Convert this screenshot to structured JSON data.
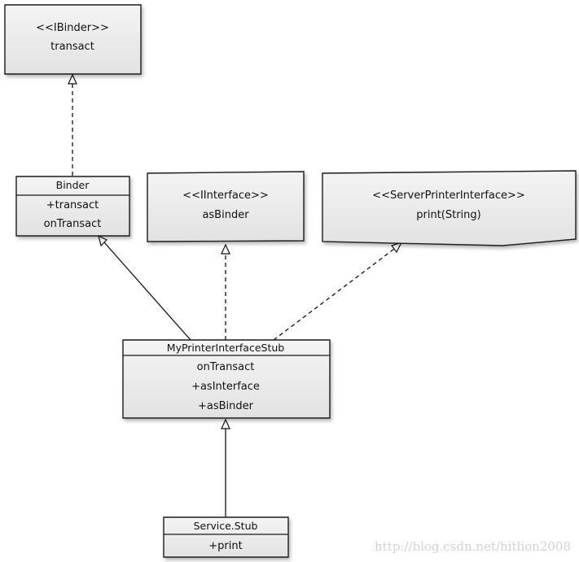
{
  "nodes": {
    "ibinder": {
      "lines": [
        "<<IBinder>>",
        "transact"
      ]
    },
    "binder": {
      "title": "Binder",
      "members": [
        "+transact",
        "onTransact"
      ]
    },
    "iinterface": {
      "lines": [
        "<<IInterface>>",
        "asBinder"
      ]
    },
    "serverprinterinterface": {
      "lines": [
        "<<ServerPrinterInterface>>",
        "print(String)"
      ]
    },
    "myprinterinterfacestub": {
      "title": "MyPrinterInterfaceStub",
      "members": [
        "onTransact",
        "+asInterface",
        "+asBinder"
      ]
    },
    "servicestub": {
      "title": "Service.Stub",
      "members": [
        "+print"
      ]
    }
  },
  "edges": [
    {
      "from": "binder",
      "to": "ibinder",
      "style": "dashed",
      "arrow": "hollow-triangle"
    },
    {
      "from": "myprinterinterfacestub",
      "to": "binder",
      "style": "solid",
      "arrow": "hollow-triangle"
    },
    {
      "from": "myprinterinterfacestub",
      "to": "iinterface",
      "style": "dashed",
      "arrow": "hollow-triangle"
    },
    {
      "from": "myprinterinterfacestub",
      "to": "serverprinterinterface",
      "style": "dashed",
      "arrow": "hollow-triangle"
    },
    {
      "from": "servicestub",
      "to": "myprinterinterfacestub",
      "style": "solid",
      "arrow": "hollow-triangle"
    }
  ],
  "watermark": "http://blog.csdn.net/hitlion2008"
}
